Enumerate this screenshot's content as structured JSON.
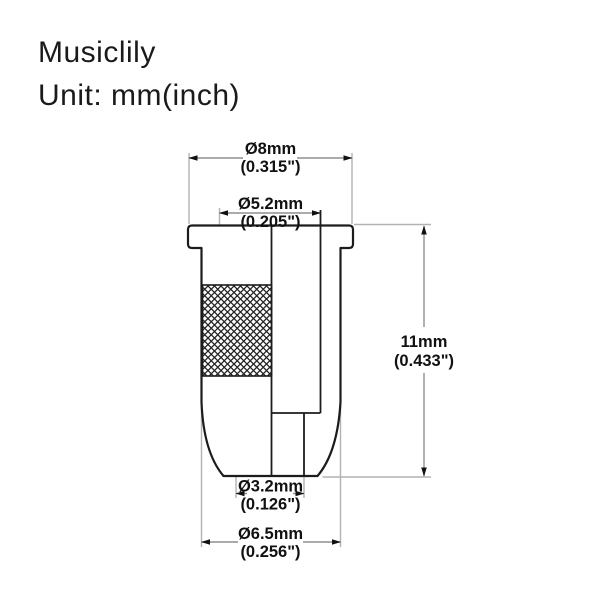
{
  "header": {
    "brand": "Musiclily",
    "unit_note": "Unit: mm(inch)"
  },
  "diagram": {
    "part": "string-ferrule-cross-section",
    "dimensions": {
      "flange_diameter": {
        "mm": "Ø8mm",
        "inch": "(0.315\")"
      },
      "counterbore_diameter": {
        "mm": "Ø5.2mm",
        "inch": "(0.205\")"
      },
      "overall_height": {
        "mm": "11mm",
        "inch": "(0.433\")"
      },
      "string_hole_diameter": {
        "mm": "Ø3.2mm",
        "inch": "(0.126\")"
      },
      "body_diameter": {
        "mm": "Ø6.5mm",
        "inch": "(0.256\")"
      }
    },
    "colors": {
      "background": "#ffffff",
      "outline": "#1c1c1c",
      "dimension_line": "#8f8f8f",
      "extension_line": "#b2b2b2",
      "arrow": "#111111",
      "text": "#111111"
    }
  }
}
